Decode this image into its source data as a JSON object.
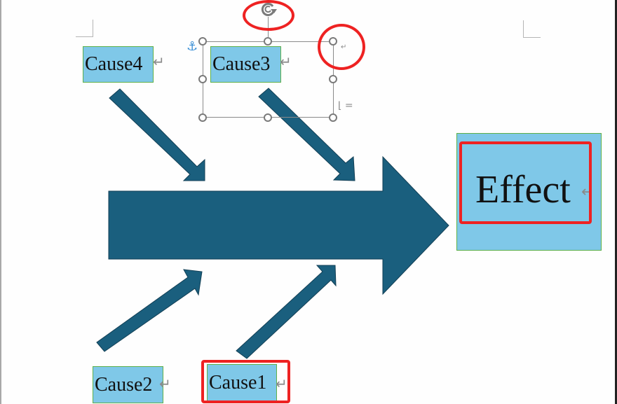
{
  "document": {
    "type": "fishbone-diagram",
    "effect": {
      "label": "Effect",
      "selected_text_highlighted": true
    },
    "causes": [
      {
        "id": "cause1",
        "label": "Cause1",
        "highlighted": true
      },
      {
        "id": "cause2",
        "label": "Cause2",
        "highlighted": false
      },
      {
        "id": "cause3",
        "label": "Cause3",
        "selected": true
      },
      {
        "id": "cause4",
        "label": "Cause4",
        "highlighted": false
      }
    ],
    "paragraph_mark": "↵",
    "colors": {
      "arrow_fill": "#1a5f7e",
      "box_fill": "#7fc8e8",
      "box_border": "#5fb04a",
      "annotation_red": "#ee2222",
      "handle_gray": "#7a7a7a",
      "anchor_blue": "#3a8fd6"
    }
  },
  "selection": {
    "target": "Cause3",
    "icons": {
      "rotate": "rotate-handle-icon",
      "anchor": "anchor-icon",
      "layout_options": "layout-options-icon"
    },
    "anchor_glyph": "⚓",
    "layout_glyph": "⌊ ="
  },
  "annotations": [
    {
      "shape": "ellipse",
      "marks": "rotate-handle"
    },
    {
      "shape": "circle",
      "marks": "top-right-resize-handle"
    },
    {
      "shape": "rectangle",
      "marks": "effect-text"
    },
    {
      "shape": "rectangle",
      "marks": "cause1-box"
    }
  ]
}
